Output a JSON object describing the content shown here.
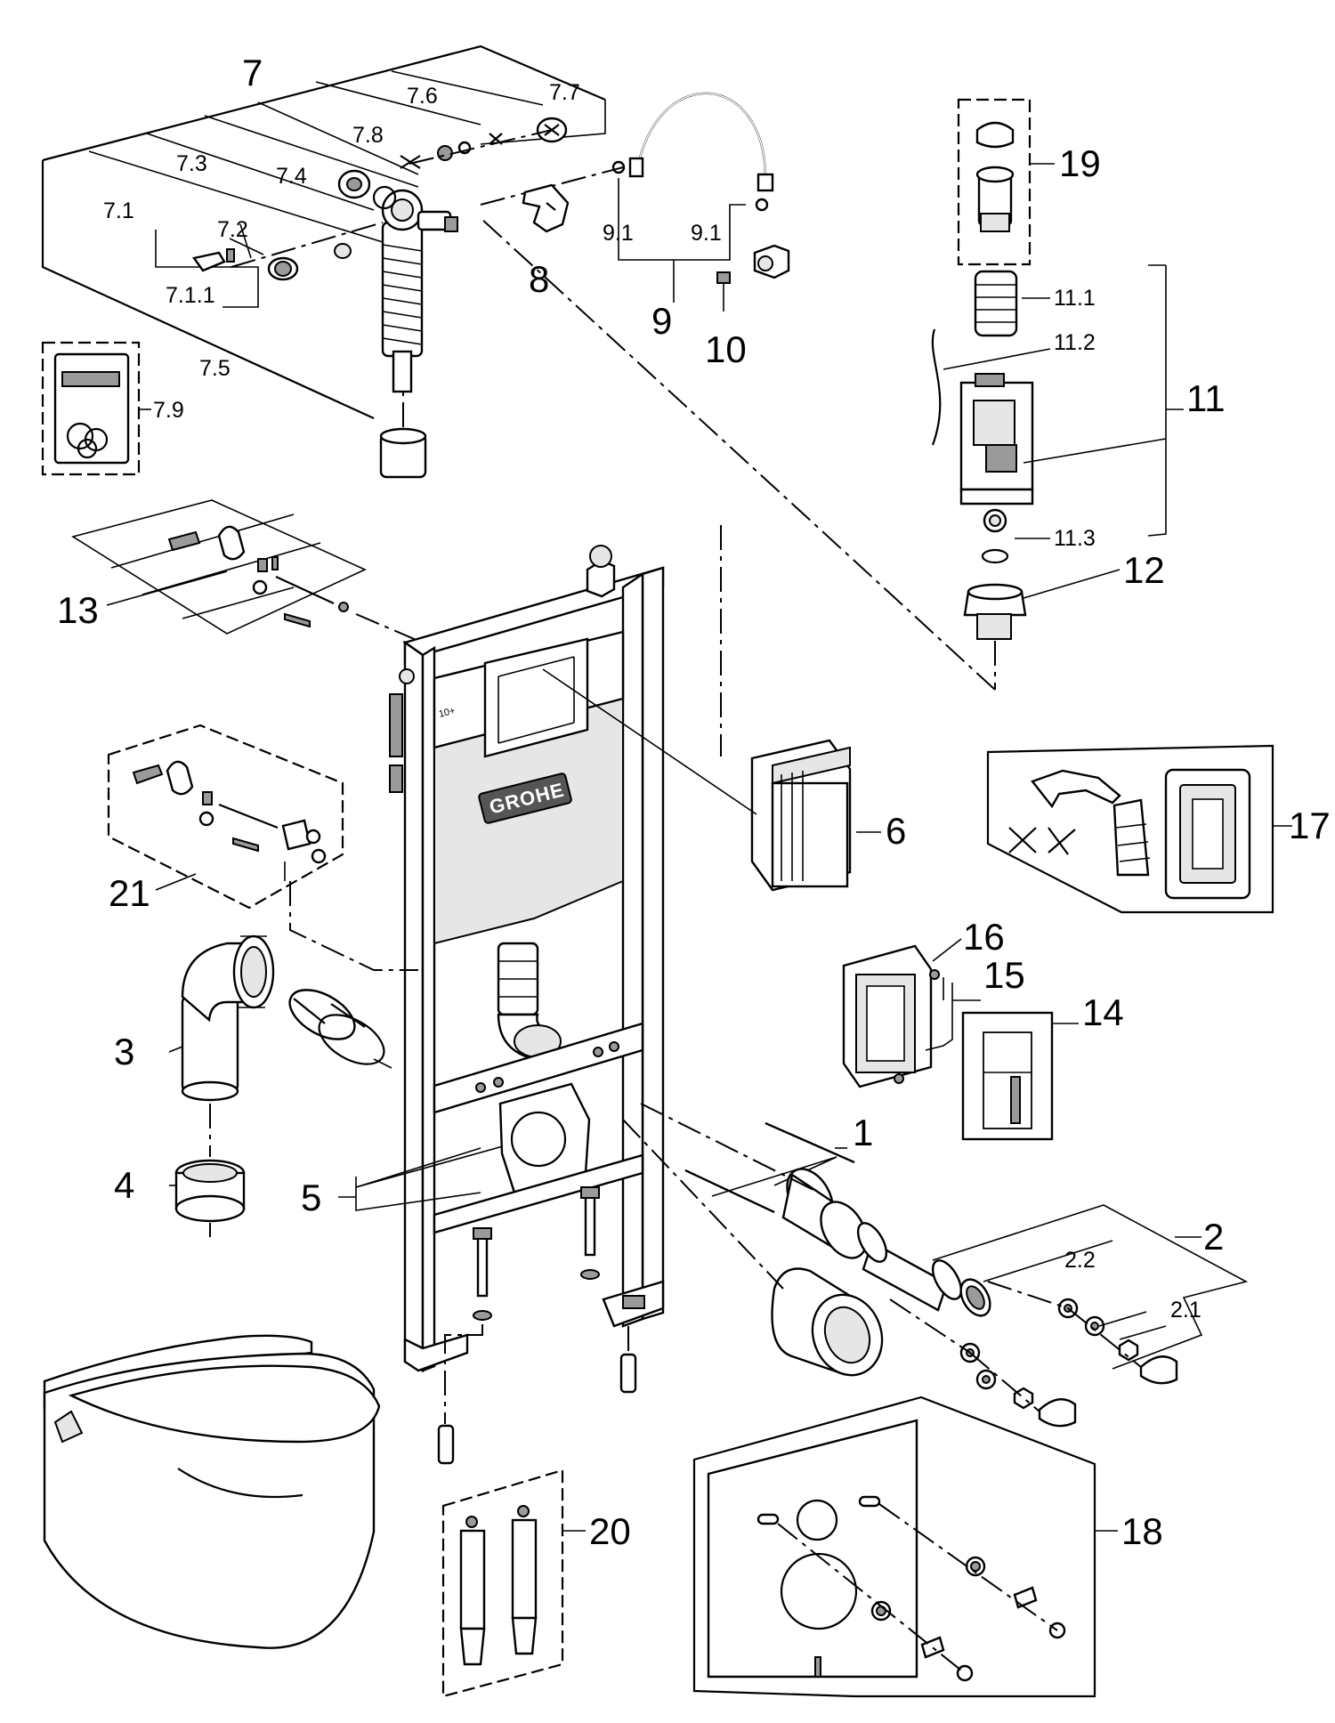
{
  "brand": {
    "name": "GROHE"
  },
  "frame_mark": "10+",
  "callouts": [
    {
      "id": "c-7",
      "text": "7"
    },
    {
      "id": "c-7-1",
      "text": "7.1"
    },
    {
      "id": "c-7-1-1",
      "text": "7.1.1"
    },
    {
      "id": "c-7-2",
      "text": "7.2"
    },
    {
      "id": "c-7-3",
      "text": "7.3"
    },
    {
      "id": "c-7-4",
      "text": "7.4"
    },
    {
      "id": "c-7-5",
      "text": "7.5"
    },
    {
      "id": "c-7-6",
      "text": "7.6"
    },
    {
      "id": "c-7-7",
      "text": "7.7"
    },
    {
      "id": "c-7-8",
      "text": "7.8"
    },
    {
      "id": "c-7-9",
      "text": "7.9"
    },
    {
      "id": "c-8",
      "text": "8"
    },
    {
      "id": "c-9",
      "text": "9"
    },
    {
      "id": "c-9-1a",
      "text": "9.1"
    },
    {
      "id": "c-9-1b",
      "text": "9.1"
    },
    {
      "id": "c-10",
      "text": "10"
    },
    {
      "id": "c-11",
      "text": "11"
    },
    {
      "id": "c-11-1",
      "text": "11.1"
    },
    {
      "id": "c-11-2",
      "text": "11.2"
    },
    {
      "id": "c-11-3",
      "text": "11.3"
    },
    {
      "id": "c-12",
      "text": "12"
    },
    {
      "id": "c-13",
      "text": "13"
    },
    {
      "id": "c-19",
      "text": "19"
    },
    {
      "id": "c-6",
      "text": "6"
    },
    {
      "id": "c-17",
      "text": "17"
    },
    {
      "id": "c-21",
      "text": "21"
    },
    {
      "id": "c-16",
      "text": "16"
    },
    {
      "id": "c-15",
      "text": "15"
    },
    {
      "id": "c-14",
      "text": "14"
    },
    {
      "id": "c-3",
      "text": "3"
    },
    {
      "id": "c-4",
      "text": "4"
    },
    {
      "id": "c-5",
      "text": "5"
    },
    {
      "id": "c-1",
      "text": "1"
    },
    {
      "id": "c-2",
      "text": "2"
    },
    {
      "id": "c-2-1",
      "text": "2.1"
    },
    {
      "id": "c-2-2",
      "text": "2.2"
    },
    {
      "id": "c-20",
      "text": "20"
    },
    {
      "id": "c-18",
      "text": "18"
    }
  ]
}
